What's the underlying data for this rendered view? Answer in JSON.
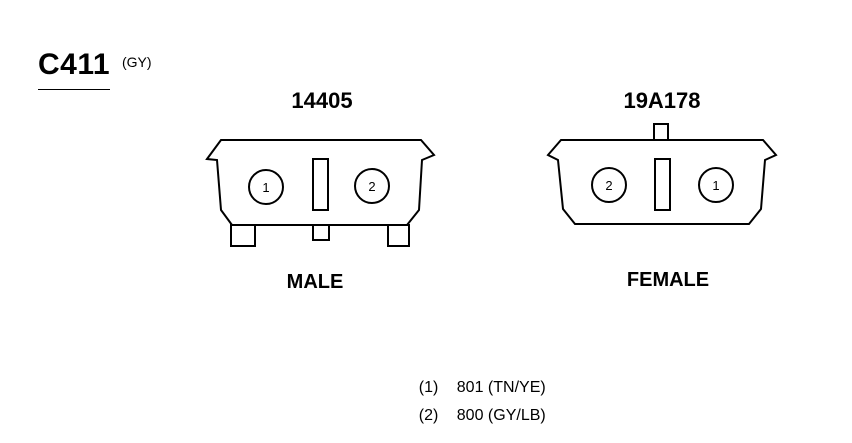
{
  "connector": {
    "id": "C411",
    "color_code": "(GY)"
  },
  "male_connector": {
    "part_number": "14405",
    "label": "MALE",
    "pin_left": "1",
    "pin_right": "2"
  },
  "female_connector": {
    "part_number": "19A178",
    "label": "FEMALE",
    "pin_left": "2",
    "pin_right": "1"
  },
  "pinout": [
    {
      "pin": "(1)",
      "circuit": "801 (TN/YE)"
    },
    {
      "pin": "(2)",
      "circuit": "800 (GY/LB)"
    }
  ]
}
